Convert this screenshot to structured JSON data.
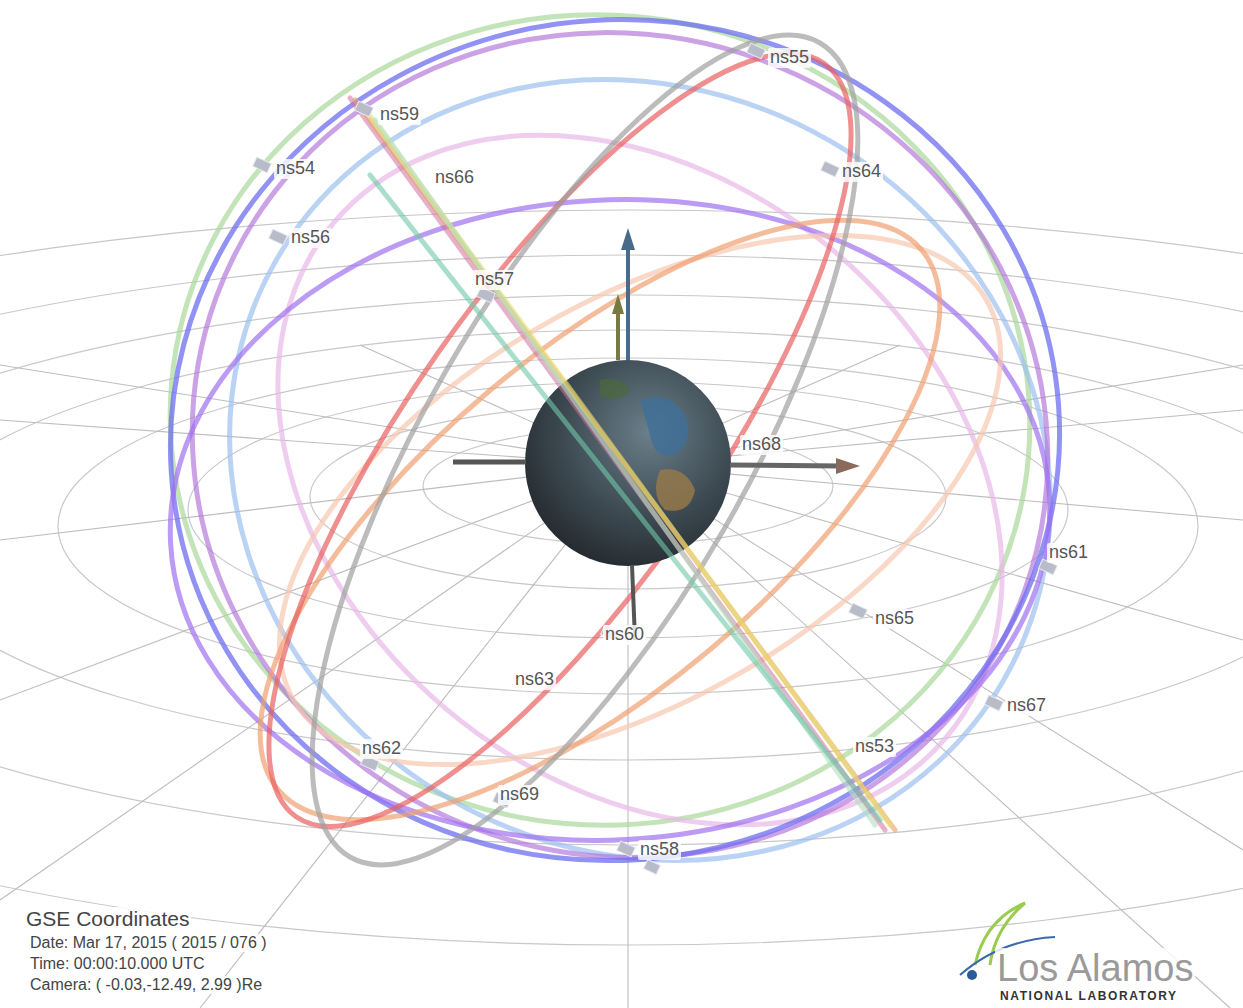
{
  "diagram": {
    "labels": [
      "ns55",
      "ns59",
      "ns54",
      "ns66",
      "ns64",
      "ns56",
      "ns57",
      "ns68",
      "ns61",
      "ns65",
      "ns60",
      "ns63",
      "ns67",
      "ns53",
      "ns62",
      "ns69",
      "ns58",
      "GSE Coordinates",
      "Date: Mar 17, 2015 ( 2015 / 076 )",
      "Time: 00:00:10.000 UTC",
      "Camera: ( -0.03,-12.49, 2.99 )Re",
      "Los Alamos",
      "NATIONAL LABORATORY"
    ]
  }
}
